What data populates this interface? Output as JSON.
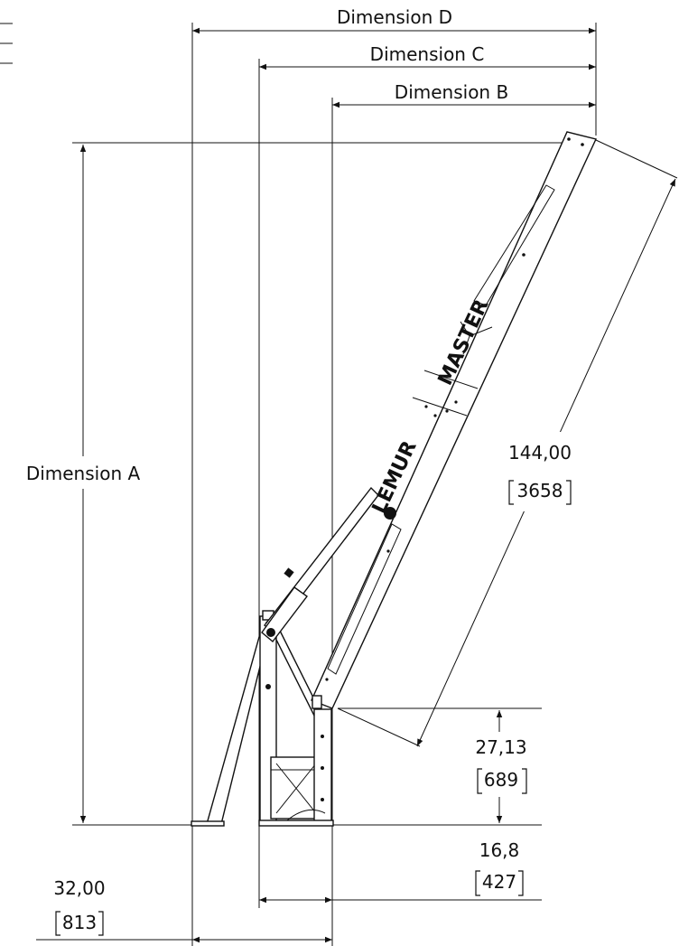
{
  "labels": {
    "dim_d": "Dimension D",
    "dim_c": "Dimension C",
    "dim_b": "Dimension B",
    "dim_a": "Dimension A"
  },
  "dimensions": {
    "boom_length": {
      "in": "144,00",
      "mm": "3658"
    },
    "pivot_height": {
      "in": "27,13",
      "mm": "689"
    },
    "base_depth": {
      "in": "16,8",
      "mm": "427"
    },
    "leg_spread": {
      "in": "32,00",
      "mm": "813"
    }
  },
  "boom": {
    "brand": "LEMUR",
    "model_decal": "MASTER"
  }
}
